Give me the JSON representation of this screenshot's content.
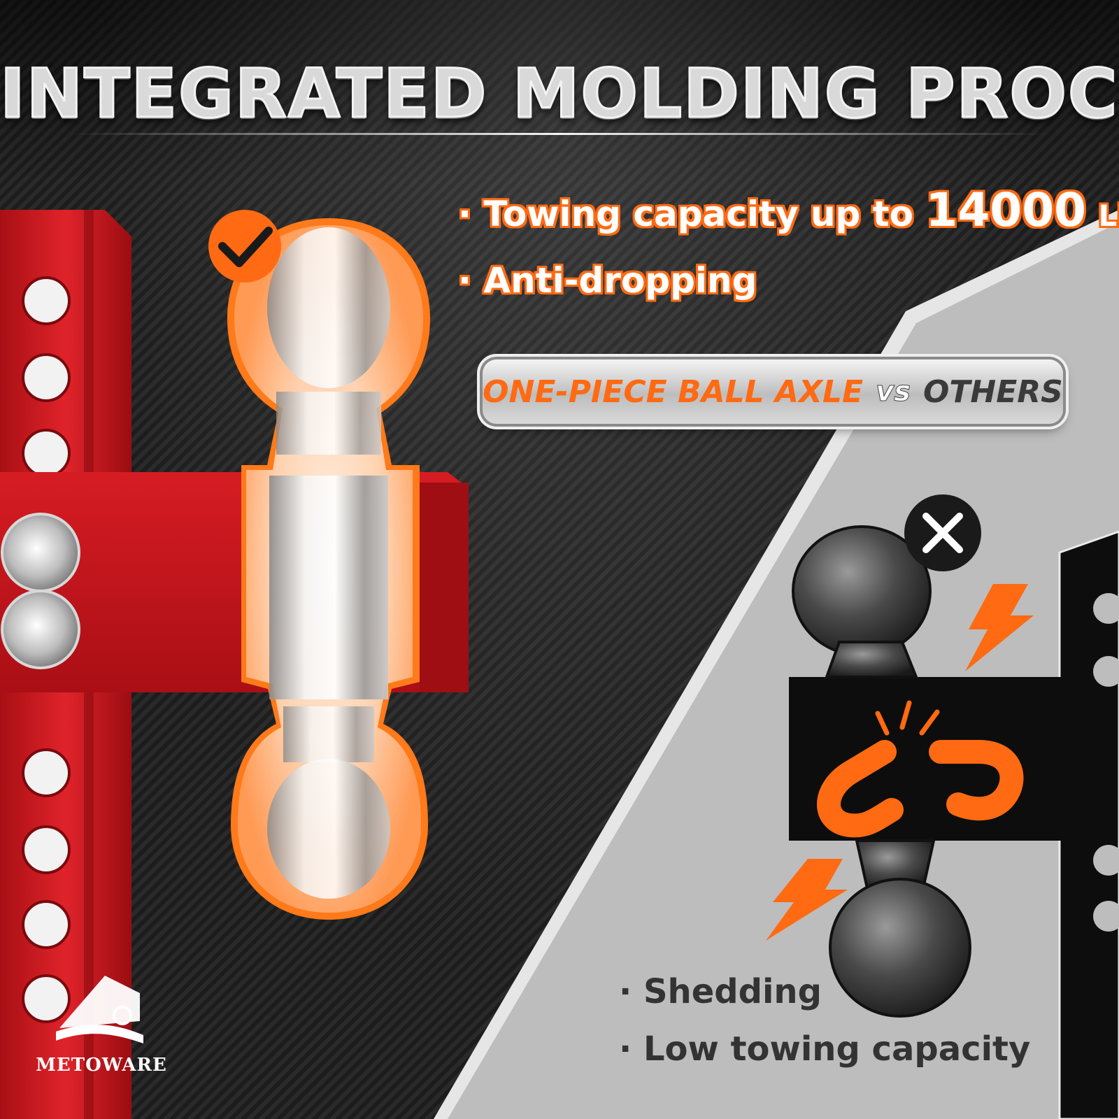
{
  "title": "INTEGRATED MOLDING PROCESS",
  "features": {
    "bullet": "·",
    "towing_text": "Towing capacity up to",
    "towing_value": "14000",
    "towing_unit": "Lb.",
    "anti_dropping": "Anti-dropping"
  },
  "comparison": {
    "left": "ONE-PIECE BALL AXLE",
    "vs": "vs",
    "right": "OTHERS"
  },
  "negatives": {
    "bullet": "·",
    "shedding": "Shedding",
    "low_capacity": "Low towing capacity"
  },
  "brand": "METOWARE",
  "colors": {
    "accent_orange": "#ff6a13",
    "mount_red": "#c8161d",
    "panel_gray": "#bdbdbd",
    "dark_text": "#333333"
  },
  "icons": [
    "check-badge-icon",
    "x-badge-icon",
    "lightning-icon",
    "broken-chain-icon",
    "metoware-logo-icon"
  ]
}
